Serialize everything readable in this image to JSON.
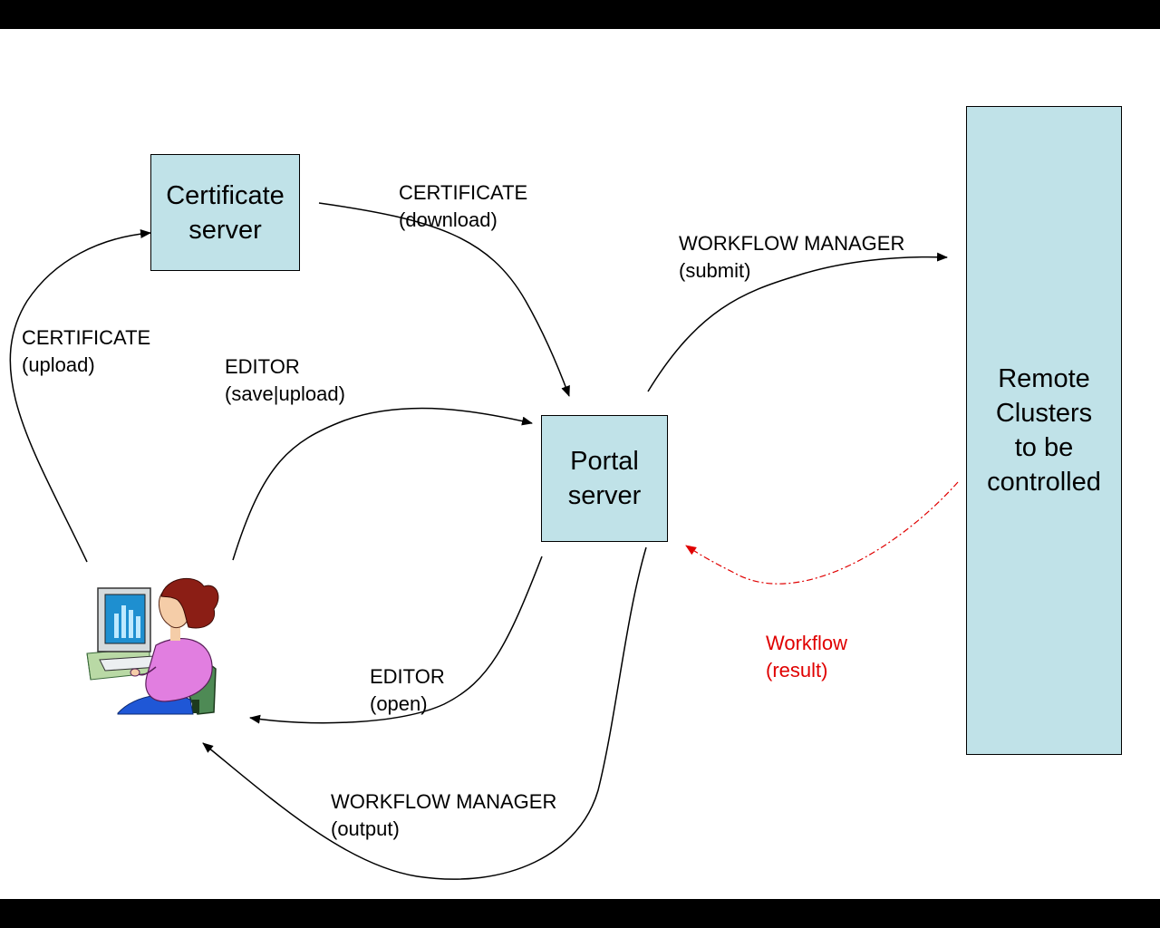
{
  "nodes": {
    "certificate_server": "Certificate\nserver",
    "portal_server": "Portal\nserver",
    "remote_clusters": "Remote\nClusters\nto be\ncontrolled"
  },
  "labels": {
    "certificate_download": "CERTIFICATE\n(download)",
    "workflow_submit": "WORKFLOW MANAGER\n(submit)",
    "certificate_upload": "CERTIFICATE\n(upload)",
    "editor_save_upload": "EDITOR\n(save|upload)",
    "editor_open": "EDITOR\n(open)",
    "workflow_output": "WORKFLOW MANAGER\n(output)",
    "workflow_result": "Workflow\n(result)"
  },
  "colors": {
    "box_fill": "#c0e2e8",
    "result_arrow": "#e00000",
    "frame": "#000000"
  },
  "icons": {
    "user": "user-at-computer-icon"
  }
}
